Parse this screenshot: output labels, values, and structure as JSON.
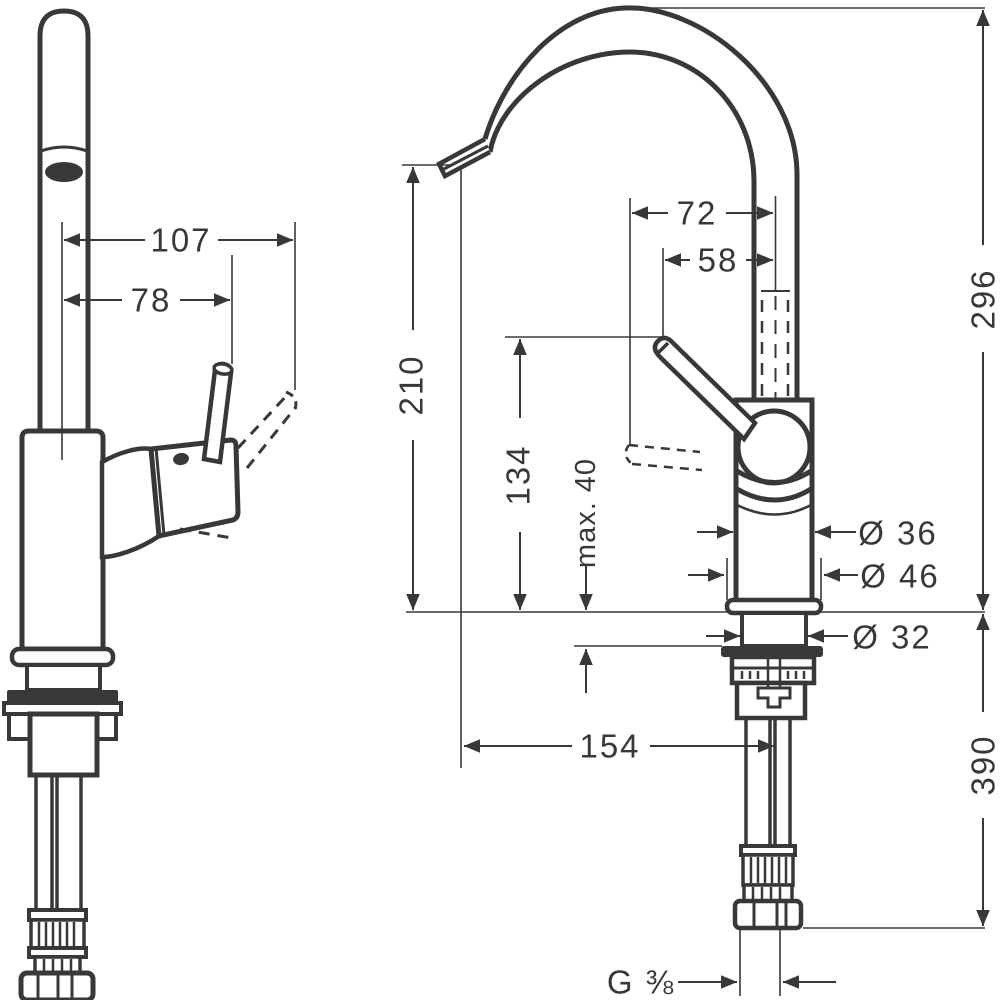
{
  "diagram": {
    "labels": {
      "d107": "107",
      "d78": "78",
      "d296": "296",
      "d72": "72",
      "d58": "58",
      "d210": "210",
      "d134": "134",
      "dmax40": "max. 40",
      "dia36": "Ø 36",
      "dia46": "Ø 46",
      "dia32": "Ø 32",
      "d154": "154",
      "d390": "390",
      "thread": "G ⅜"
    },
    "colors": {
      "ink": "#383838",
      "background": "#ffffff"
    }
  }
}
